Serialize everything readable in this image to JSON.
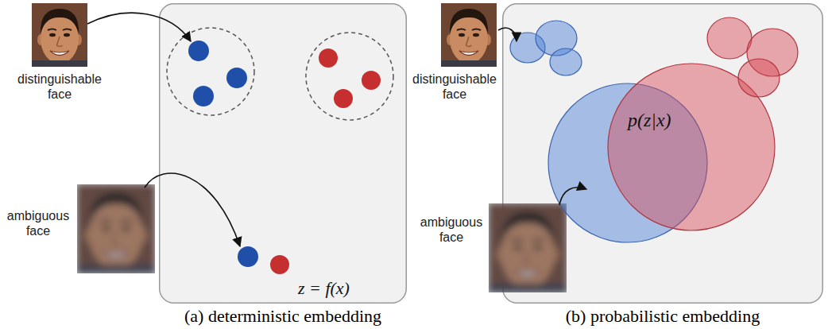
{
  "diagram": {
    "nodes": [
      {
        "text": [
          "z = f(x)"
        ]
      },
      {
        "text": [
          "p(z|x)"
        ]
      }
    ],
    "labels": [
      "distinguishable face",
      "ambiguous face",
      "(a) deterministic embedding",
      "distinguishable face",
      "ambiguous face",
      "(b) probabilistic embedding"
    ]
  }
}
